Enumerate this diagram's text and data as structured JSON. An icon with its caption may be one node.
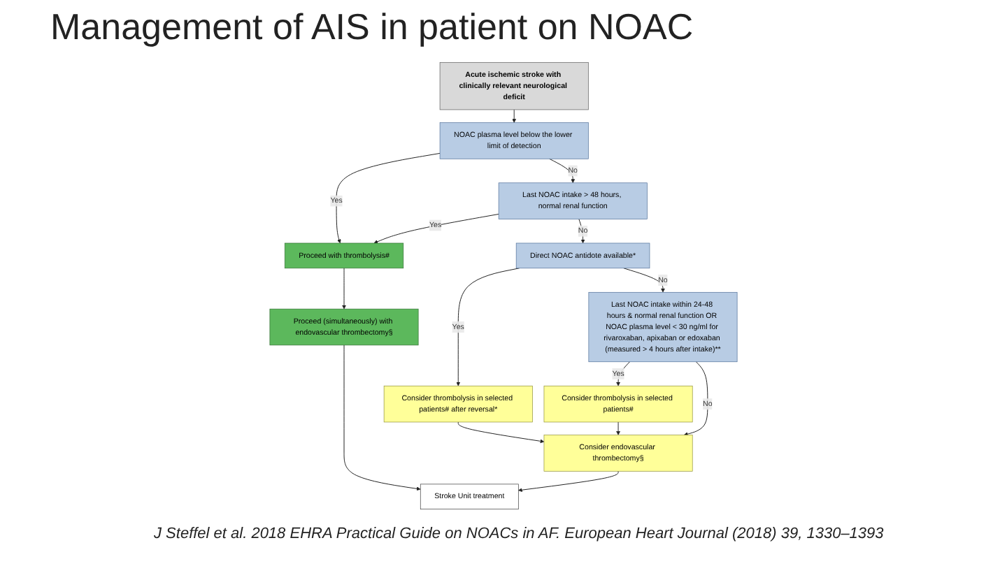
{
  "diagram": {
    "title": "Management of AIS in patient on NOAC",
    "caption": "J Steffel et al. 2018 EHRA Practical Guide on NOACs in AF. European Heart Journal (2018) 39, 1330–1393",
    "nodes": [
      {
        "text": [
          "Acute ischemic stroke with clinically relevant neurological deficit"
        ]
      },
      {
        "text": [
          "NOAC plasma level below the lower limit of detection"
        ]
      },
      {
        "text": [
          "Last NOAC intake > 48 hours, normal renal function"
        ]
      },
      {
        "text": [
          "Direct NOAC antidote available*"
        ]
      },
      {
        "text": [
          "Last NOAC intake within 24-48 hours & normal renal function OR NOAC plasma level < 30 ng/ml for rivaroxaban, apixaban or edoxaban (measured > 4 hours after intake)**"
        ]
      },
      {
        "text": [
          "Consider thrombolysis in selected patients# after reversal*"
        ]
      },
      {
        "text": [
          "Proceed with thrombolysis#"
        ]
      },
      {
        "text": [
          "Consider thrombolysis in selected patients#"
        ]
      },
      {
        "text": [
          "Consider endovascular thrombectomy§"
        ]
      },
      {
        "text": [
          "Proceed (simultaneously) with endovascular thrombectomy§"
        ]
      },
      {
        "text": [
          "Stroke Unit treatment"
        ]
      }
    ],
    "edges": [
      {
        "from": 0,
        "to": 1,
        "arrow": "to"
      },
      {
        "from": 1,
        "to": 6,
        "arrow": "to",
        "label": "Yes"
      },
      {
        "from": 1,
        "to": 2,
        "arrow": "to",
        "label": "No"
      },
      {
        "from": 2,
        "to": 6,
        "arrow": "to",
        "label": "Yes"
      },
      {
        "from": 2,
        "to": 3,
        "arrow": "to",
        "label": "No"
      },
      {
        "from": 3,
        "to": 5,
        "arrow": "to",
        "label": "Yes"
      },
      {
        "from": 3,
        "to": 4,
        "arrow": "to",
        "label": "No"
      },
      {
        "from": 4,
        "to": 7,
        "arrow": "to",
        "label": "Yes"
      },
      {
        "from": 4,
        "to": 8,
        "arrow": "to",
        "label": "No"
      },
      {
        "from": 7,
        "to": 8,
        "arrow": "to"
      },
      {
        "from": 5,
        "to": 8,
        "arrow": "to"
      },
      {
        "from": 6,
        "to": 9,
        "arrow": "to"
      },
      {
        "from": 8,
        "to": 10,
        "arrow": "to"
      },
      {
        "from": 9,
        "to": 10,
        "arrow": "to"
      }
    ]
  }
}
